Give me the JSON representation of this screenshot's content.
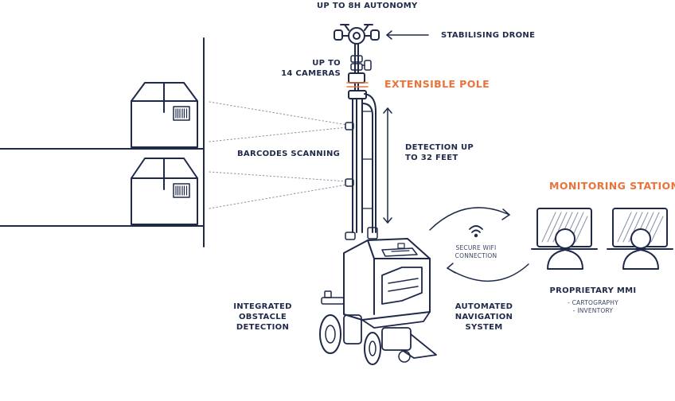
{
  "labels": {
    "autonomy": "UP TO 8H AUTONOMY",
    "drone": "STABILISING DRONE",
    "cameras_line1": "UP TO",
    "cameras_line2": "14 CAMERAS",
    "pole": "EXTENSIBLE POLE",
    "barcodes": "BARCODES SCANNING",
    "detection_line1": "DETECTION UP",
    "detection_line2": "TO 32 FEET",
    "monitoring": "MONITORING STATION",
    "wifi_line1": "SECURE WIFI",
    "wifi_line2": "CONNECTION",
    "mmi": "PROPRIETARY MMI",
    "mmi_item1": "- CARTOGRAPHY",
    "mmi_item2": "- INVENTORY",
    "obstacle_line1": "INTEGRATED",
    "obstacle_line2": "OBSTACLE",
    "obstacle_line3": "DETECTION",
    "navigation_line1": "AUTOMATED",
    "navigation_line2": "NAVIGATION",
    "navigation_line3": "SYSTEM"
  },
  "colors": {
    "navy": "#1f2a4a",
    "accent": "#e8743b"
  },
  "icons": [
    "box-icon",
    "barcode-icon",
    "robot-icon",
    "drone-icon",
    "wifi-icon",
    "laptop-icon",
    "user-icon"
  ]
}
